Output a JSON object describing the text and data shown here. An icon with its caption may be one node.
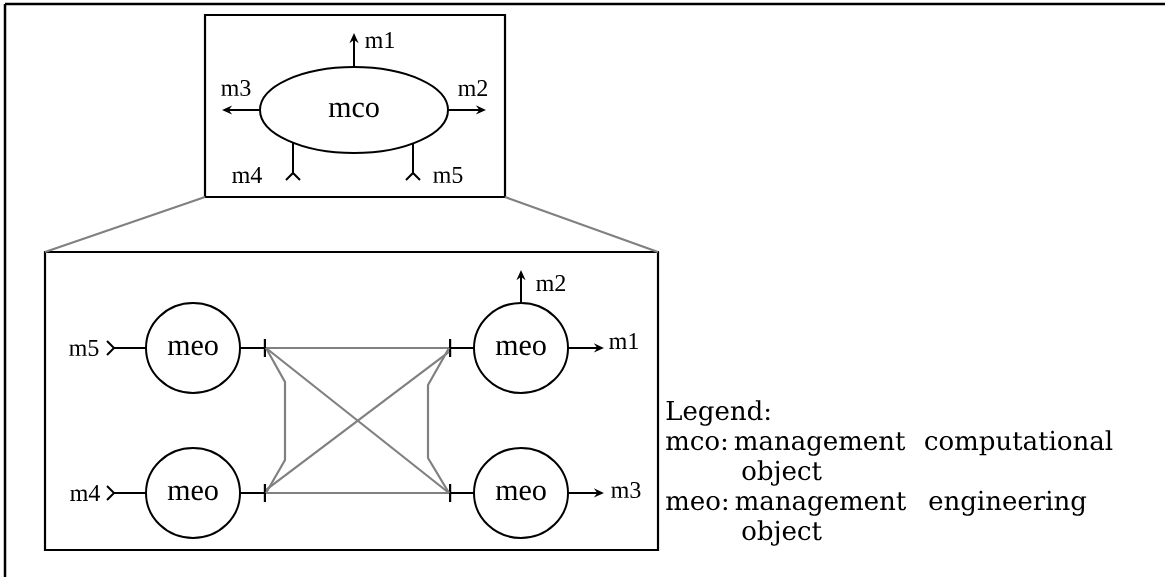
{
  "diagram": {
    "nodes": [
      {
        "text": [],
        "shape": "box"
      },
      {
        "text": [
          "mco"
        ],
        "in": 0
      },
      {
        "text": [],
        "shape": "box"
      },
      {
        "text": [
          "meo"
        ],
        "in": 2
      },
      {
        "text": [
          "meo"
        ],
        "in": 2
      },
      {
        "text": [
          "meo"
        ],
        "in": 2
      },
      {
        "text": [
          "meo"
        ],
        "in": 2
      }
    ],
    "edges": [
      {
        "from": 1,
        "to": null,
        "arrow": "to",
        "label": "m1"
      },
      {
        "from": 1,
        "to": null,
        "arrow": "to",
        "label": "m2"
      },
      {
        "from": 1,
        "to": null,
        "arrow": "to",
        "label": "m3"
      },
      {
        "from": null,
        "to": 1,
        "arrow": "other",
        "label": "m4"
      },
      {
        "from": null,
        "to": 1,
        "arrow": "other",
        "label": "m5"
      },
      {
        "from": 4,
        "to": null,
        "arrow": "to",
        "label": "m1"
      },
      {
        "from": 4,
        "to": null,
        "arrow": "to",
        "label": "m2"
      },
      {
        "from": 6,
        "to": null,
        "arrow": "to",
        "label": "m3"
      },
      {
        "from": null,
        "to": 3,
        "arrow": "other",
        "label": "m5"
      },
      {
        "from": null,
        "to": 5,
        "arrow": "other",
        "label": "m4"
      },
      {
        "from": 3,
        "to": 4,
        "arrow": "none",
        "color": "#808080"
      },
      {
        "from": 5,
        "to": 6,
        "arrow": "none",
        "color": "#808080"
      },
      {
        "from": 3,
        "to": 6,
        "arrow": "none",
        "color": "#808080"
      },
      {
        "from": 5,
        "to": 4,
        "arrow": "none",
        "color": "#808080"
      },
      {
        "from": 3,
        "to": 5,
        "arrow": "none",
        "color": "#808080"
      },
      {
        "from": 4,
        "to": 6,
        "arrow": "none",
        "color": "#808080"
      },
      {
        "from": 0,
        "to": 2,
        "arrow": "none",
        "color": "#808080"
      },
      {
        "from": 0,
        "to": 2,
        "arrow": "none",
        "color": "#808080"
      }
    ],
    "labels": [
      "Legend:",
      "mco: management computational object",
      "meo: management engineering object"
    ]
  }
}
